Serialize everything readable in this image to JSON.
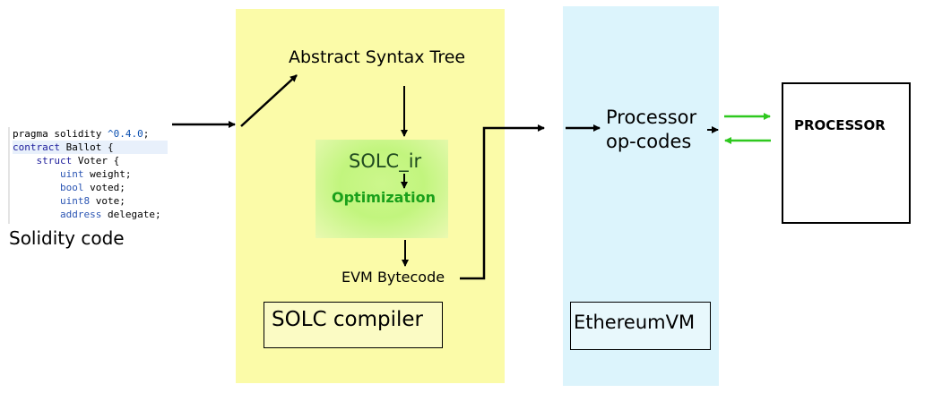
{
  "code": {
    "lines": [
      {
        "a": "pragma solidity ",
        "b": "^0.4.0",
        "c": ";"
      },
      {
        "a": "contract",
        "b": " Ballot {"
      },
      {
        "a": "    struct",
        "b": " Voter {"
      },
      {
        "a": "        uint",
        "b": " weight;"
      },
      {
        "a": "        bool",
        "b": " voted;"
      },
      {
        "a": "        uint8",
        "b": " vote;"
      },
      {
        "a": "        address",
        "b": " delegate;"
      }
    ]
  },
  "labels": {
    "solidity_code": "Solidity code",
    "ast": "Abstract Syntax Tree",
    "solc_ir": "SOLC_ir",
    "optimization": "Optimization",
    "evm_bytecode": "EVM Bytecode",
    "solc_compiler": "SOLC compiler",
    "processor_opcodes_1": "Processor",
    "processor_opcodes_2": "op-codes",
    "ethereum_vm": "EthereumVM",
    "processor": "PROCESSOR"
  },
  "colors": {
    "compiler_panel": "#fbfba8",
    "evm_panel": "#dcf4fc",
    "ir_box": "#c2f57e",
    "green_arrow": "#2ec81e",
    "optimization_text": "#1aa01a"
  }
}
